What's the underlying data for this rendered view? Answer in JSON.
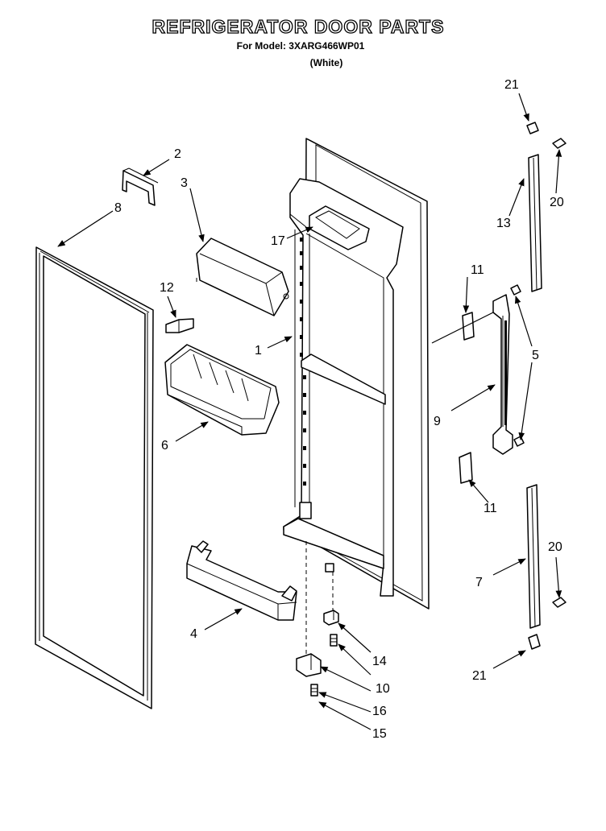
{
  "title": "REFRIGERATOR DOOR PARTS",
  "model_line": "For Model: 3XARG466WP01",
  "color_line": "(White)",
  "callouts": [
    "2",
    "3",
    "8",
    "12",
    "6",
    "4",
    "17",
    "1",
    "21",
    "20",
    "13",
    "11",
    "5",
    "9",
    "11",
    "20",
    "7",
    "21",
    "14",
    "10",
    "16",
    "15"
  ]
}
